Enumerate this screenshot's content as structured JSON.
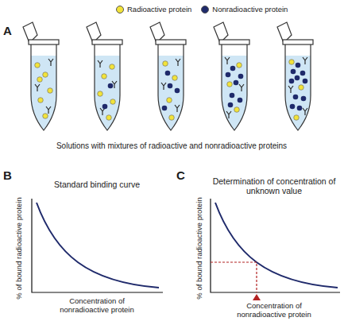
{
  "diagram": {
    "labels": [
      "A",
      "Solutions with mixtures of radioactive and nonradioactive proteins",
      "B",
      "Standard binding curve",
      "% of bound radioactive protein",
      "Concentration of nonradioactive protein",
      "C",
      "Determination of concentration of unknown value",
      "% of bound radioactive protein",
      "Concentration of nonradioactive protein"
    ],
    "legend": [
      {
        "text": "Radioactive protein",
        "color": "#f2e33a"
      },
      {
        "text": "Nonradioactive protein",
        "color": "#1f2a6b"
      }
    ]
  }
}
